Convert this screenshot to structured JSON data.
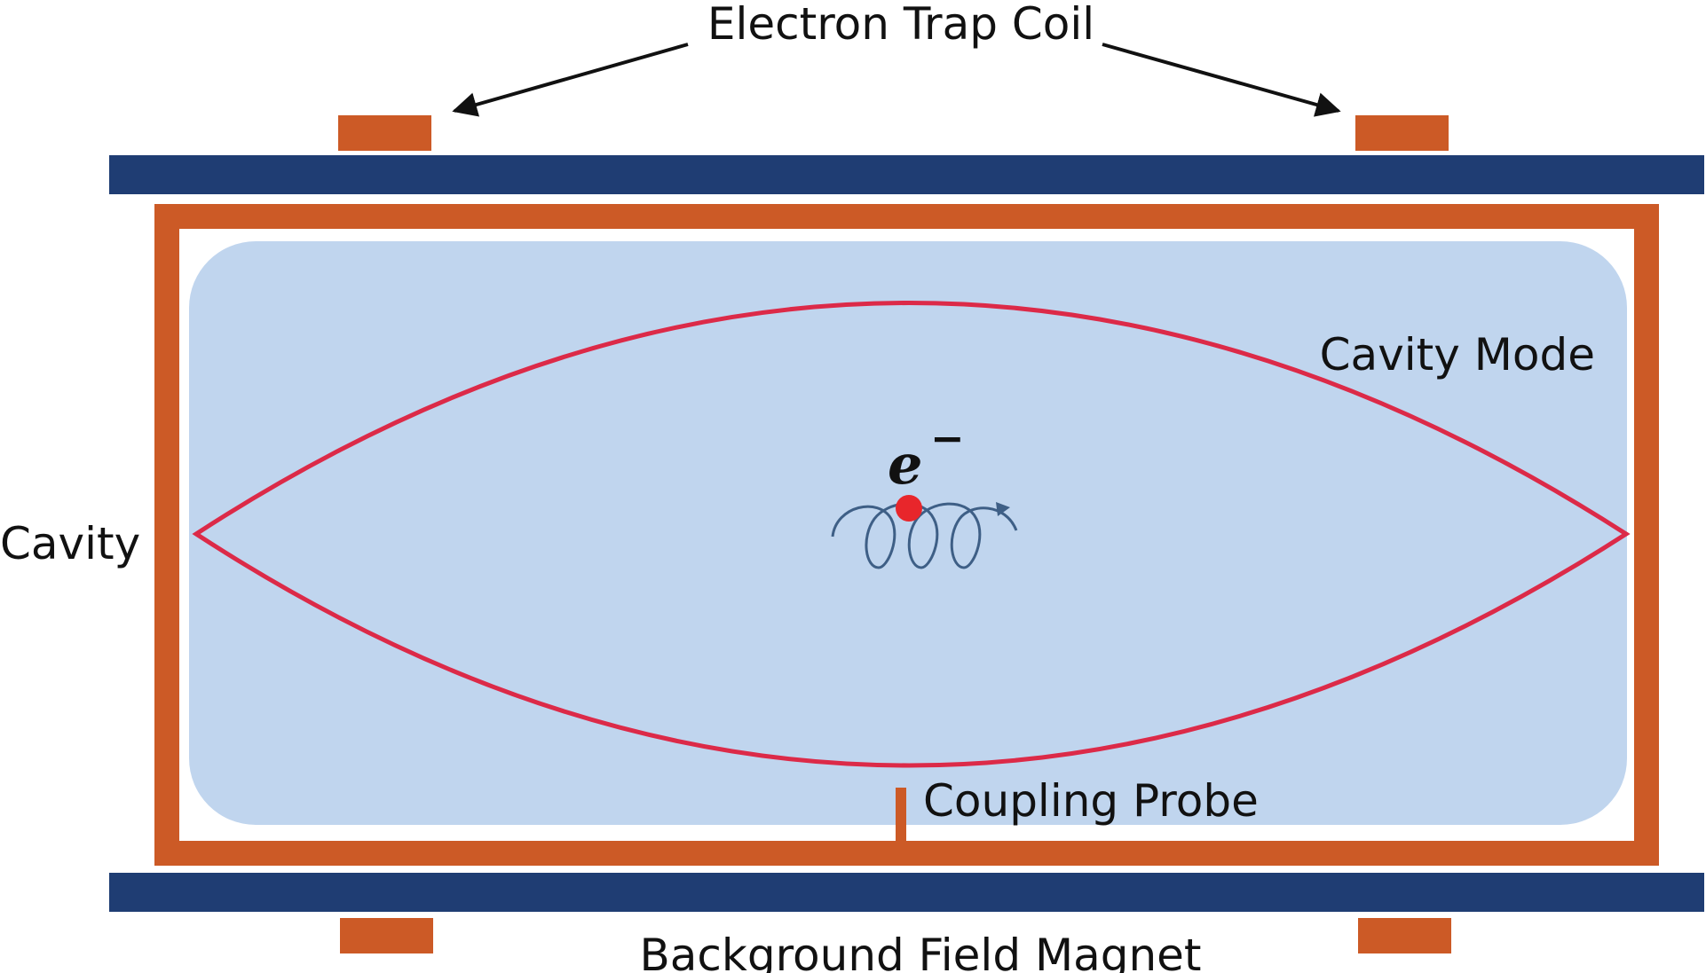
{
  "labels": {
    "electron_trap_coil": "Electron Trap Coil",
    "cavity_mode": "Cavity Mode",
    "cavity": "Cavity",
    "coupling_probe": "Coupling Probe",
    "background_field_magnet": "Background Field Magnet",
    "electron_symbol": "e",
    "electron_charge": "−"
  },
  "colors": {
    "magnet_bar": "#1f3d73",
    "cavity_wall": "#cc5a26",
    "cavity_fill": "#c0d5ee",
    "mode_curve": "#dc2a48",
    "electron": "#e8262b",
    "helix": "#3e5f86",
    "arrow": "#111111"
  }
}
